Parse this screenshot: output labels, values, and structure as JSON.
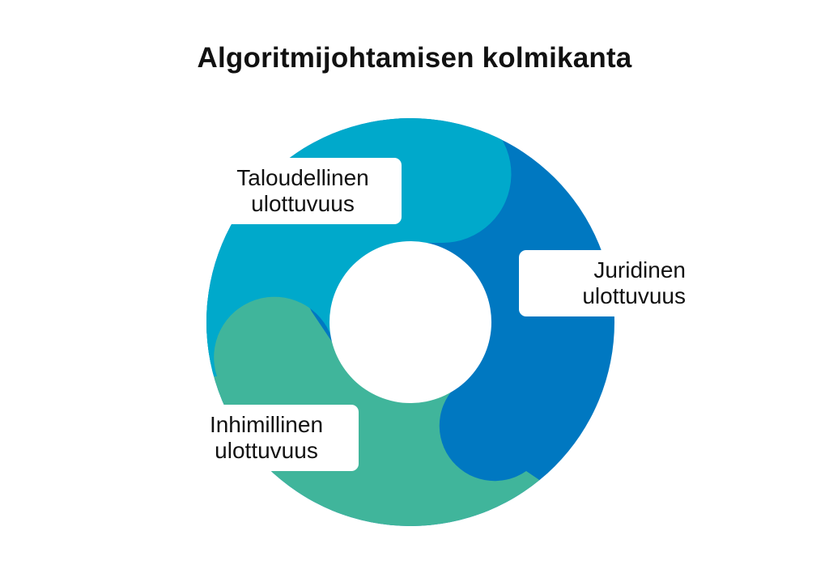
{
  "title": "Algoritmijohtamisen kolmikanta",
  "segments": [
    {
      "id": "taloudellinen",
      "line1": "Taloudellinen",
      "line2": "ulottuvuus",
      "color": "#00a9cb"
    },
    {
      "id": "juridinen",
      "line1": "Juridinen",
      "line2": "ulottuvuus",
      "color": "#0078c1"
    },
    {
      "id": "inhimillinen",
      "line1": "Inhimillinen",
      "line2": "ulottuvuus",
      "color": "#40b59b"
    }
  ],
  "colors": {
    "background": "#ffffff",
    "center_hole": "#ffffff",
    "text": "#111111"
  }
}
